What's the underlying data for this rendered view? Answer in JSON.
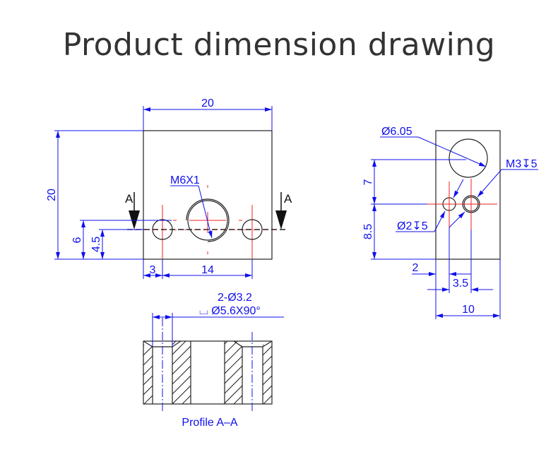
{
  "title": "Product dimension drawing",
  "front_view": {
    "width_dim": "20",
    "height_dim": "20",
    "thread_label": "M6X1",
    "section_marker_left": "A",
    "section_marker_right": "A",
    "dim_6": "6",
    "dim_4_5": "4.5",
    "dim_3": "3",
    "dim_14": "14"
  },
  "side_view": {
    "bore_label": "Ø6.05",
    "thread_label": "M3↧5",
    "pin_hole_label": "Ø2↧5",
    "dim_7": "7",
    "dim_8_5": "8.5",
    "dim_2": "2",
    "dim_3_5": "3.5",
    "dim_10": "10"
  },
  "section_view": {
    "hole_label": "2-Ø3.2",
    "countersink_label": "⌴ Ø5.6X90°",
    "caption": "Profile A–A"
  },
  "colors": {
    "dimension": "#1010ee",
    "centerline": "#ee2020",
    "outline": "#222222"
  }
}
